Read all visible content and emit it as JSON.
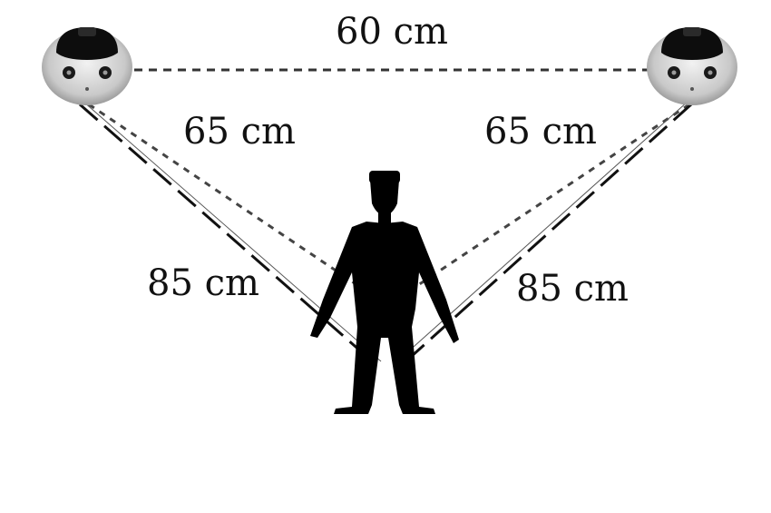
{
  "labels": {
    "top_distance": "60 cm",
    "left_inner_distance": "65 cm",
    "right_inner_distance": "65 cm",
    "left_outer_distance": "85 cm",
    "right_outer_distance": "85 cm"
  },
  "colors": {
    "ink": "#111111",
    "robot_face": "#d9d9d9",
    "line": "#333333"
  }
}
